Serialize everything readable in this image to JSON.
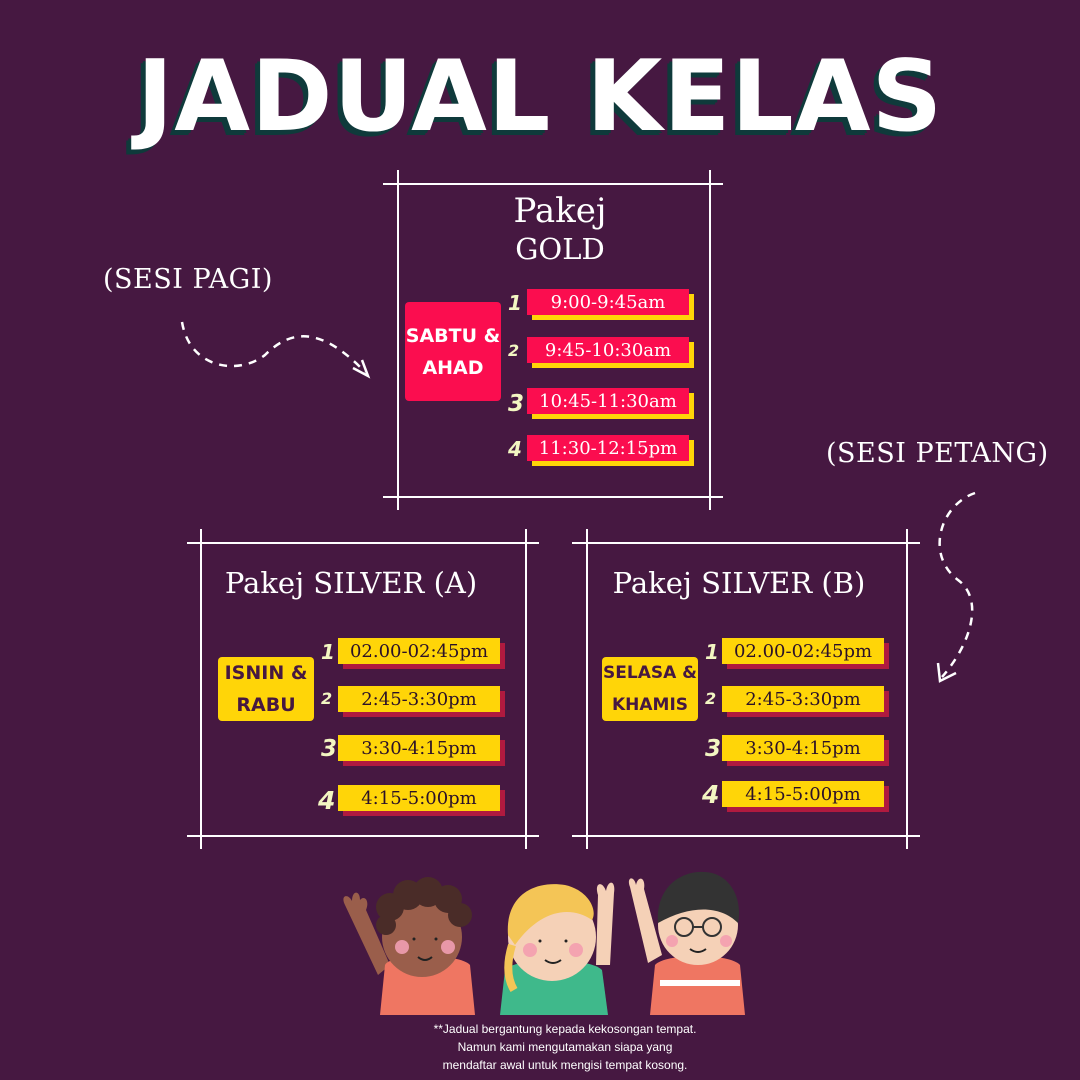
{
  "title": "JADUAL KELAS",
  "sessions": {
    "morning": "(SESI PAGI)",
    "afternoon": "(SESI PETANG)"
  },
  "gold": {
    "title_line1": "Pakej",
    "title_line2": "GOLD",
    "days_line1": "SABTU &",
    "days_line2": "AHAD",
    "numbers": [
      "1",
      "2",
      "3",
      "4"
    ],
    "slots": [
      "9:00-9:45am",
      "9:45-10:30am",
      "10:45-11:30am",
      "11:30-12:15pm"
    ]
  },
  "silver_a": {
    "title": "Pakej SILVER (A)",
    "days_line1": "ISNIN &",
    "days_line2": "RABU",
    "numbers": [
      "1",
      "2",
      "3",
      "4"
    ],
    "slots": [
      "02.00-02:45pm",
      "2:45-3:30pm",
      "3:30-4:15pm",
      "4:15-5:00pm"
    ]
  },
  "silver_b": {
    "title": "Pakej SILVER (B)",
    "days_line1": "SELASA &",
    "days_line2": "KHAMIS",
    "numbers": [
      "1",
      "2",
      "3",
      "4"
    ],
    "slots": [
      "02.00-02:45pm",
      "2:45-3:30pm",
      "3:30-4:15pm",
      "4:15-5:00pm"
    ]
  },
  "notes": [
    "**Jadual bergantung kepada kekosongan tempat.",
    "Namun kami mengutamakan siapa yang",
    "mendaftar awal untuk mengisi tempat kosong."
  ],
  "colors": {
    "background": "#461841",
    "red": "#fb0d4f",
    "yellow": "#ffd508",
    "title_shadow": "#0f3a3b"
  },
  "illustration": "three-children-waving"
}
